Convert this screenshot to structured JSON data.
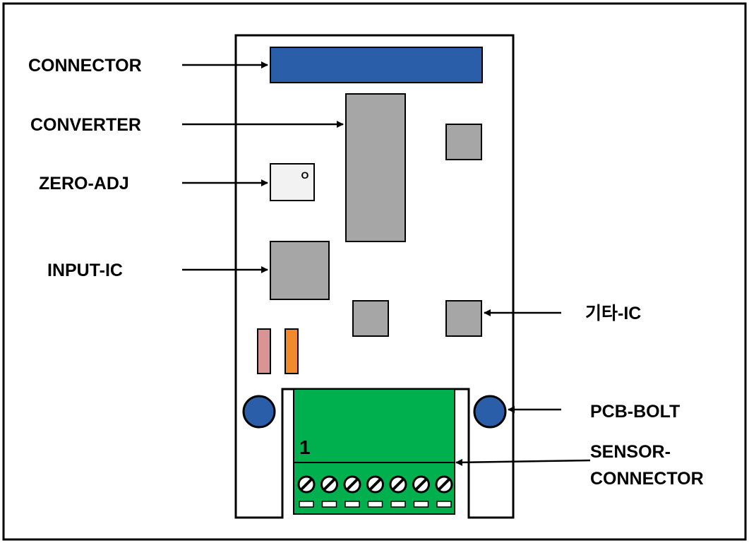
{
  "labels": {
    "connector": "CONNECTOR",
    "converter": "CONVERTER",
    "zero_adj": "ZERO-ADJ",
    "input_ic": "INPUT-IC",
    "other_ic": "기타-IC",
    "pcb_bolt": "PCB-BOLT",
    "sensor_connector_line1": "SENSOR-",
    "sensor_connector_line2": "CONNECTOR"
  },
  "board": {
    "pin_one_label": "1",
    "zero_adj_mark": "O",
    "terminal_count": 7
  },
  "colors": {
    "connector": "#2a5ea8",
    "ic_gray": "#a6a6a6",
    "trimmer_fill": "#f2f2f2",
    "resistor_pink": "#d99494",
    "resistor_orange": "#f08a2c",
    "bolt_blue": "#2a5ea8",
    "sensor_green": "#00b04f"
  }
}
